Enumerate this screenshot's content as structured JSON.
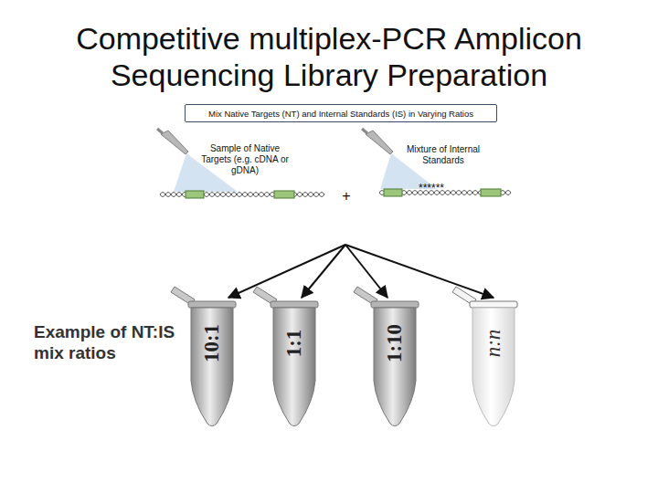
{
  "diagram": {
    "title": "Competitive multiplex-PCR Amplicon Sequencing Library Preparation",
    "nodes": [
      {
        "text": [
          "Mix Native Targets (NT) and Internal Standards (IS) in Varying Ratios"
        ]
      },
      {
        "text": [
          "10:1"
        ]
      },
      {
        "text": [
          "1:1"
        ]
      },
      {
        "text": [
          "1:10"
        ]
      },
      {
        "text": [
          "n:n"
        ]
      }
    ],
    "labels": [
      "Sample of Native Targets (e.g. cDNA or gDNA)",
      "Mixture of Internal Standards",
      "+",
      "******",
      "Example of NT:IS mix ratios"
    ]
  }
}
